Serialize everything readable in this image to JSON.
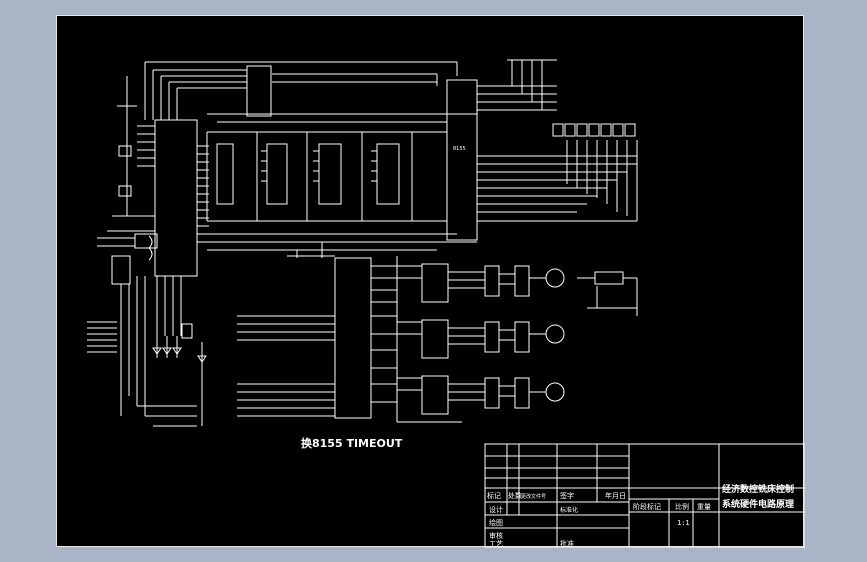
{
  "schematic": {
    "caption": "换8155 TIMEOUT",
    "chip_label": "8155"
  },
  "title_block": {
    "title_line1": "经济数控铣床控制",
    "title_line2": "系统硬件电路原理",
    "rev_mark": "标记",
    "rev_count": "处数",
    "rev_doc": "更改文件号",
    "rev_sign": "签字",
    "rev_date": "年月日",
    "design": "设计",
    "standardize": "标准化",
    "draw": "绘图",
    "review": "审核",
    "process": "工艺",
    "approve": "批准",
    "stage_mark": "阶段标记",
    "scale": "比例",
    "weight": "重量",
    "scale_value": "1:1"
  },
  "colors": {
    "window_bg": "#a9b4c6",
    "sheet_bg": "#000000",
    "ink": "#ffffff"
  }
}
